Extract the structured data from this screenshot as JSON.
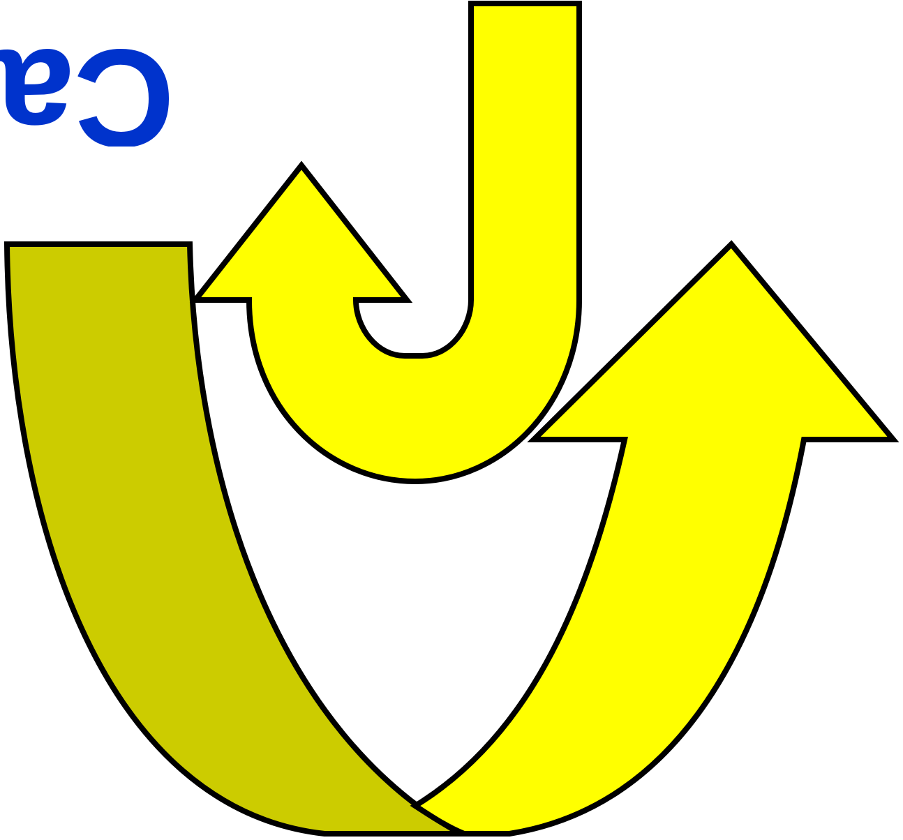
{
  "cropped_text": "Cal",
  "colors": {
    "text": "#0033cc",
    "arrow_yellow": "#ffff00",
    "arrow_olive": "#cccc00",
    "outline": "#000000",
    "background": "#ffffff"
  },
  "icons": [
    "curved-arrow-olive",
    "curved-arrow-large-yellow",
    "j-hook-arrow-yellow"
  ]
}
